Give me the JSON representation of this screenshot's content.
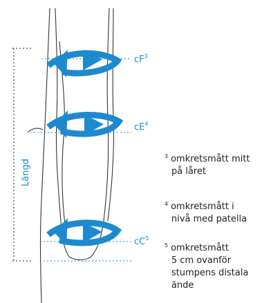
{
  "diagram": {
    "length_label": "Längd",
    "accent_color": "#1d8ad0",
    "markers": [
      {
        "id": "cF",
        "label": "cF",
        "sup": "3"
      },
      {
        "id": "cE",
        "label": "cE",
        "sup": "4"
      },
      {
        "id": "cC",
        "label": "cC",
        "sup": "5"
      }
    ]
  },
  "notes": [
    {
      "sup": "3",
      "lines": [
        "omkretsmått mitt",
        "på låret"
      ]
    },
    {
      "sup": "4",
      "lines": [
        "omkretsmått i",
        "nivå med patella"
      ]
    },
    {
      "sup": "5",
      "lines": [
        "omkretsmått",
        "5 cm ovanför",
        "stumpens distala",
        "ände"
      ]
    }
  ]
}
